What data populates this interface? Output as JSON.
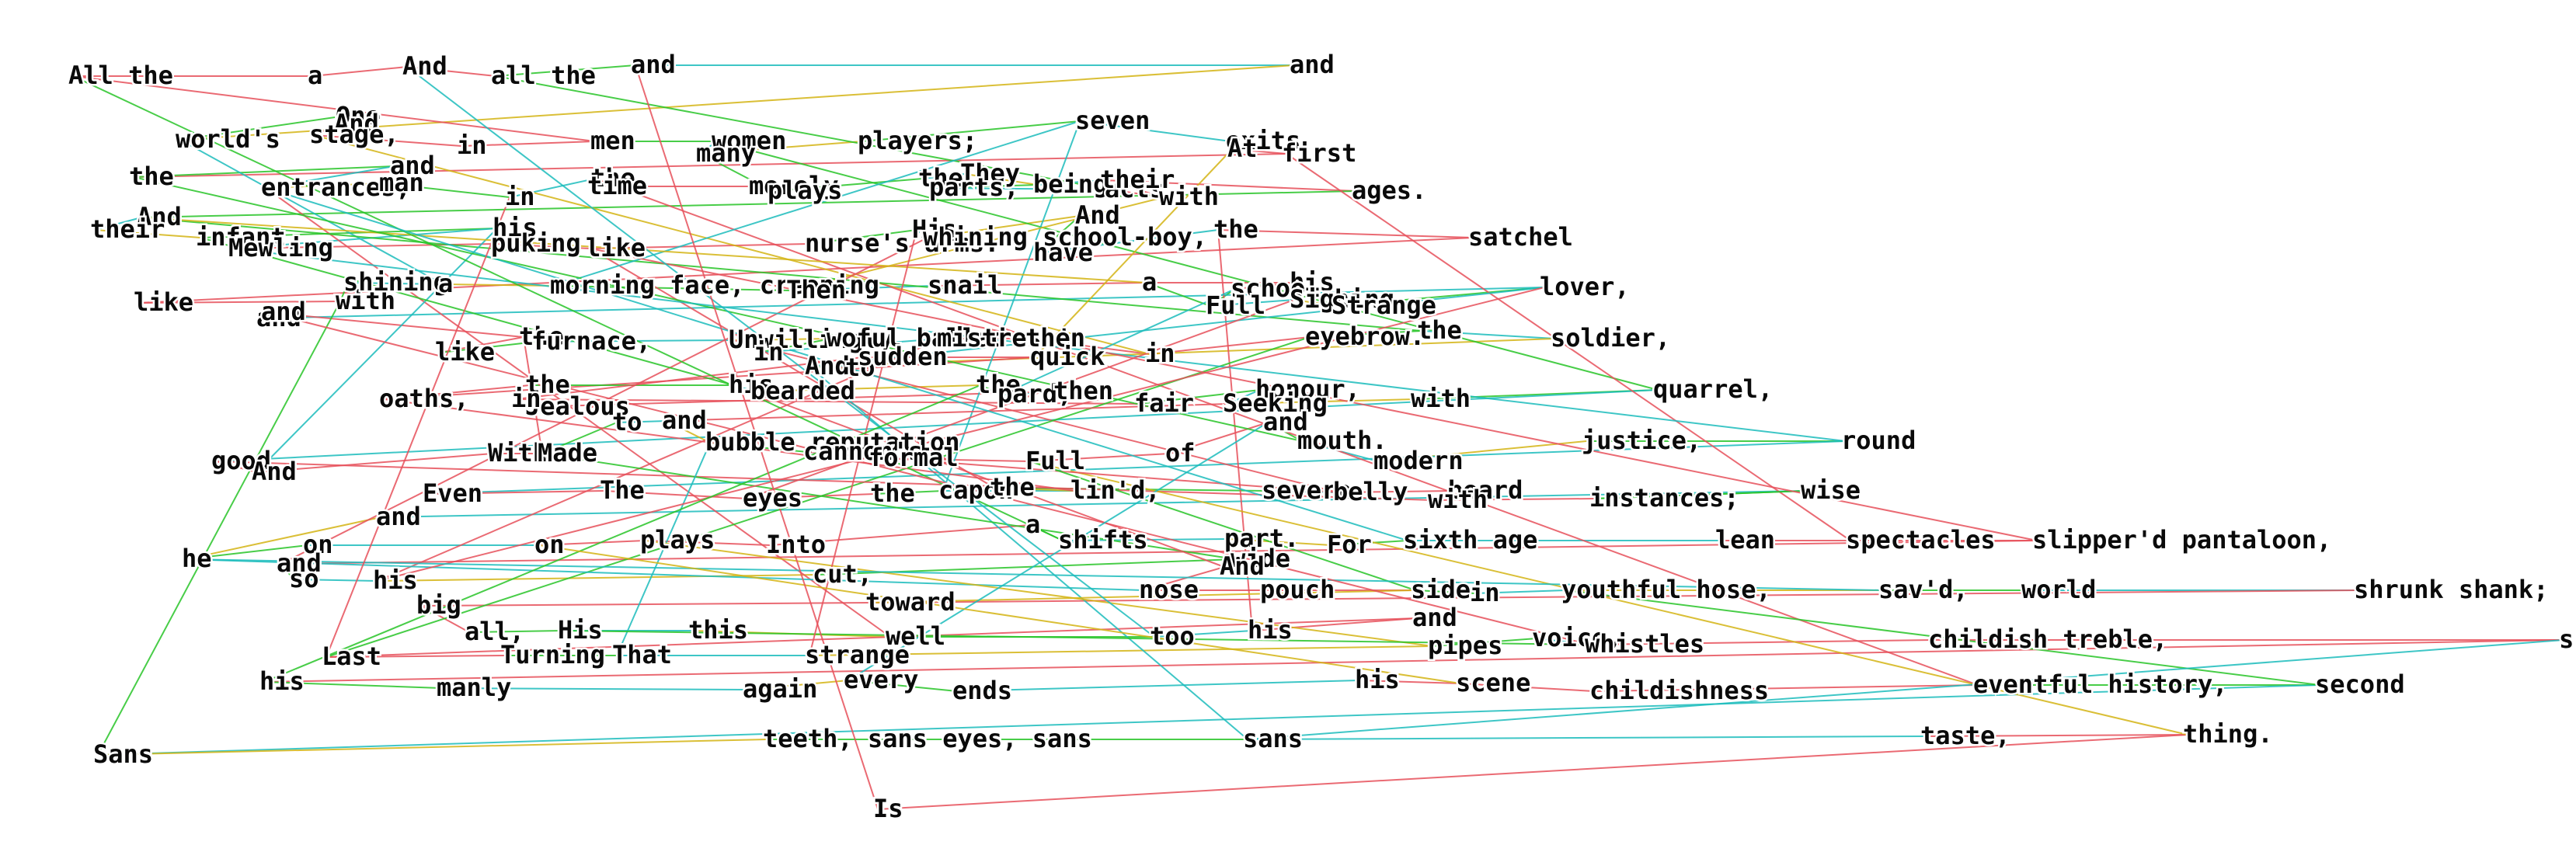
{
  "graph": {
    "words": [
      "All the",
      "a",
      "And",
      "all the",
      "and",
      "and",
      "world's",
      "One",
      "And",
      "stage,",
      "in",
      "men",
      "women",
      "many",
      "players;",
      "seven",
      "exits",
      "At",
      "first",
      "the",
      "and",
      "entrances;",
      "man",
      "in",
      "the",
      "time",
      "merely",
      "plays",
      "the",
      "They",
      "being",
      "parts,",
      "acts",
      "with",
      "their",
      "ages.",
      "And",
      "their",
      "infant,",
      "his",
      "Mewling",
      "puking",
      "like",
      "nurse's arms.",
      "His",
      "whining school-boy,",
      "And",
      "have",
      "the",
      "satchel",
      "like",
      "with",
      "shining",
      "a",
      "morning face, creeping",
      "Then",
      "snail",
      "a",
      "his",
      "school.",
      "Full",
      "Sighing",
      "Strange",
      "lover,",
      "and",
      "and",
      "the",
      "like",
      "furnace,",
      "Unwillingly",
      "woful ballad",
      "in",
      "mistress'",
      "then",
      "in",
      "eyebrow.",
      "the",
      "soldier,",
      "And",
      "to",
      "sudden",
      "quick",
      "oaths,",
      "the",
      "his",
      "bearded",
      "the",
      "pard,",
      "then",
      "Jealous",
      "in",
      "fair",
      "honour,",
      "Seeking",
      "with",
      "quarrel,",
      "good",
      "And",
      "With",
      "Made",
      "to",
      "and",
      "bubble reputation",
      "cannon's",
      "formal",
      "Full",
      "of",
      "and",
      "mouth.",
      "modern",
      "justice,",
      "round",
      "Even",
      "The",
      "eyes",
      "the",
      "capon",
      "lin'd,",
      "the",
      "severe",
      "belly",
      "beard",
      "with",
      "instances;",
      "wise",
      "and",
      "he",
      "on",
      "on",
      "plays",
      "Into",
      "a",
      "shifts",
      "part.",
      "For",
      "sixth age",
      "lean",
      "spectacles",
      "slipper'd pantaloon,",
      "and",
      "so",
      "his",
      "cut,",
      "wide",
      "And",
      "nose",
      "pouch",
      "side,",
      "in",
      "youthful hose,",
      "sav'd,",
      "world",
      "shrunk shank;",
      "toward",
      "big",
      "all,",
      "His",
      "this",
      "well",
      "too",
      "his",
      "and",
      "Last",
      "Turning",
      "That",
      "strange",
      "pipes",
      "voice,",
      "whistles",
      "childish treble,",
      "s",
      "his",
      "manly",
      "again",
      "every",
      "ends",
      "his",
      "scene",
      "childishness",
      "eventful history,",
      "second",
      "Sans",
      "teeth, sans eyes, sans",
      "sans",
      "taste,",
      "thing.",
      "Is"
    ]
  }
}
